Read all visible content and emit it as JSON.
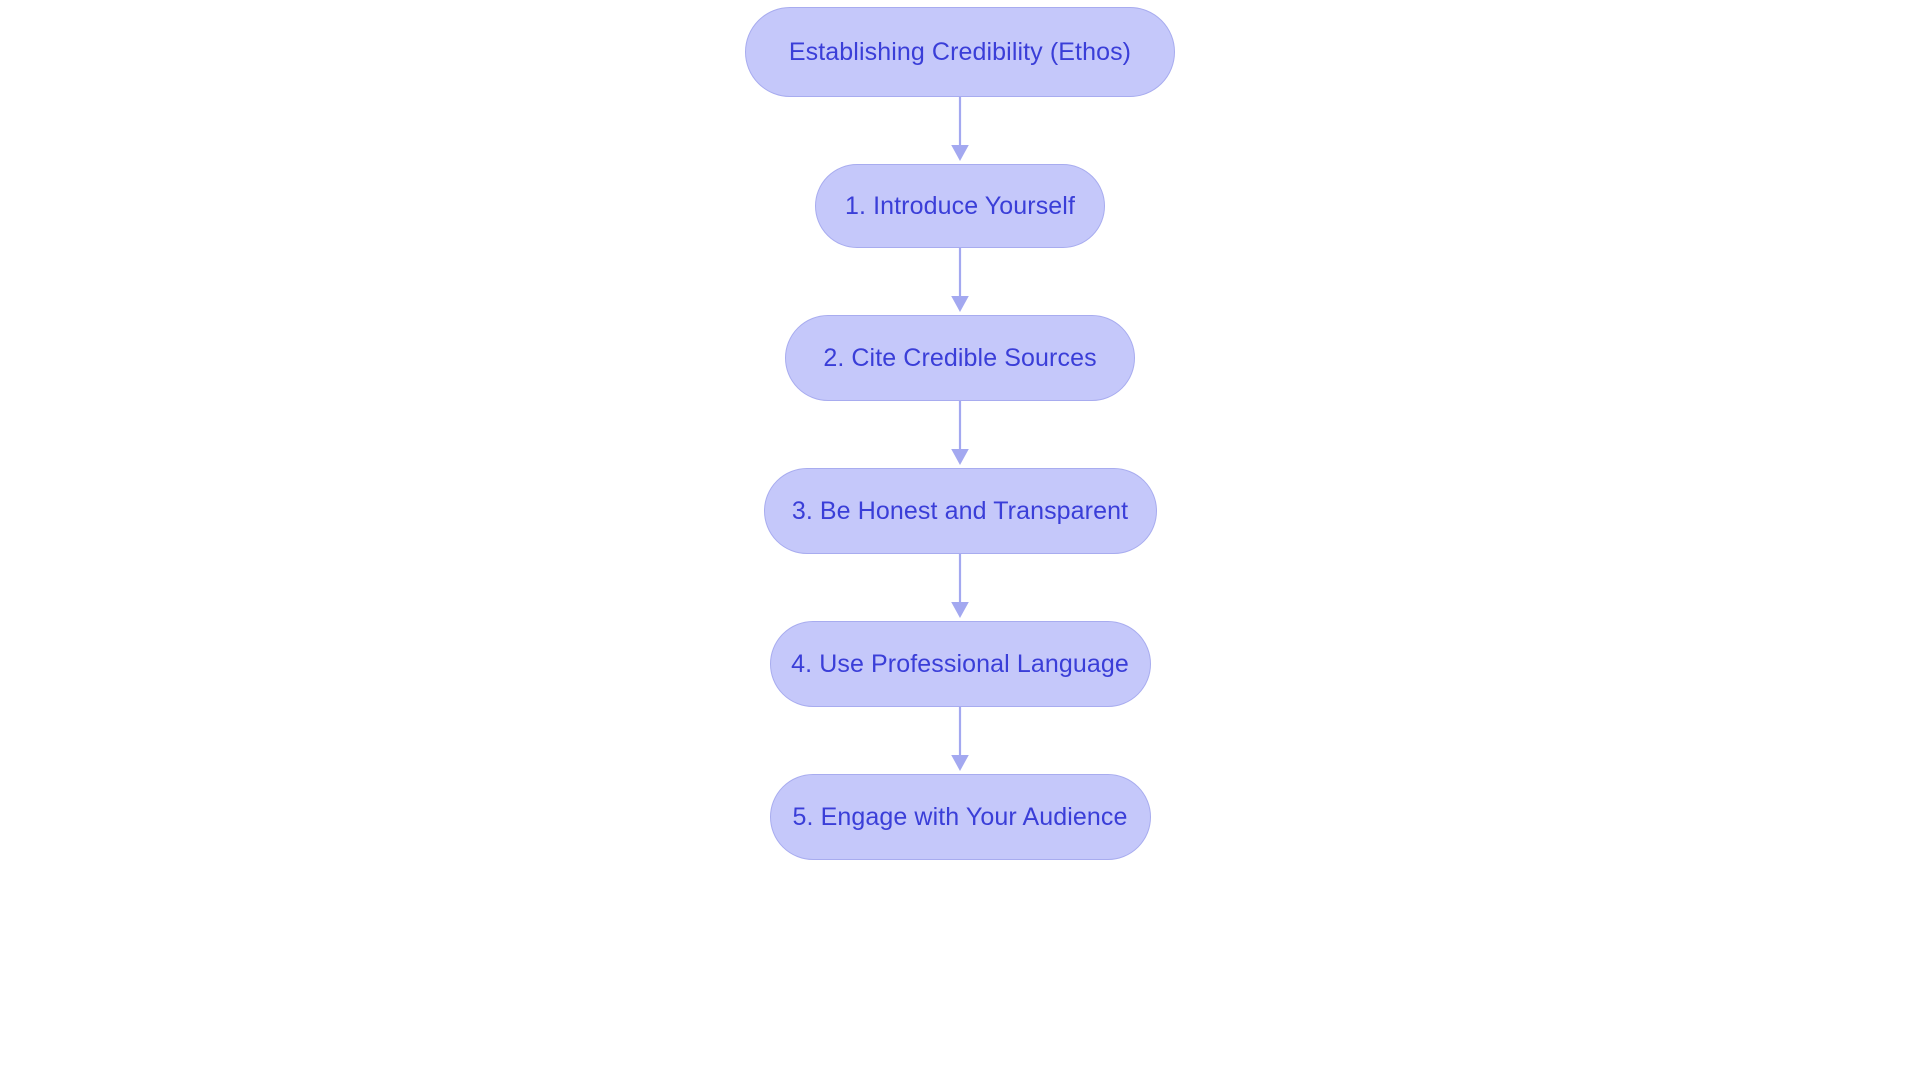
{
  "diagram": {
    "type": "flowchart",
    "orientation": "top-to-bottom",
    "title": "Establishing Credibility (Ethos)",
    "background_color": "#ffffff",
    "node_fill_color": "#c5c8fa",
    "node_border_color": "#a8acef",
    "node_text_color": "#3a3ed8",
    "connector_color": "#a3a8f0",
    "node_shape": "pill",
    "nodes": [
      {
        "id": "n0",
        "label": "Establishing Credibility (Ethos)",
        "role": "root"
      },
      {
        "id": "n1",
        "label": "1. Introduce Yourself",
        "role": "step",
        "step": 1
      },
      {
        "id": "n2",
        "label": "2. Cite Credible Sources",
        "role": "step",
        "step": 2
      },
      {
        "id": "n3",
        "label": "3. Be Honest and Transparent",
        "role": "step",
        "step": 3
      },
      {
        "id": "n4",
        "label": "4. Use Professional Language",
        "role": "step",
        "step": 4
      },
      {
        "id": "n5",
        "label": "5. Engage with Your Audience",
        "role": "step",
        "step": 5
      }
    ],
    "edges": [
      {
        "from": "n0",
        "to": "n1",
        "arrow": "down-arrow"
      },
      {
        "from": "n1",
        "to": "n2",
        "arrow": "down-arrow"
      },
      {
        "from": "n2",
        "to": "n3",
        "arrow": "down-arrow"
      },
      {
        "from": "n3",
        "to": "n4",
        "arrow": "down-arrow"
      },
      {
        "from": "n4",
        "to": "n5",
        "arrow": "down-arrow"
      }
    ]
  }
}
